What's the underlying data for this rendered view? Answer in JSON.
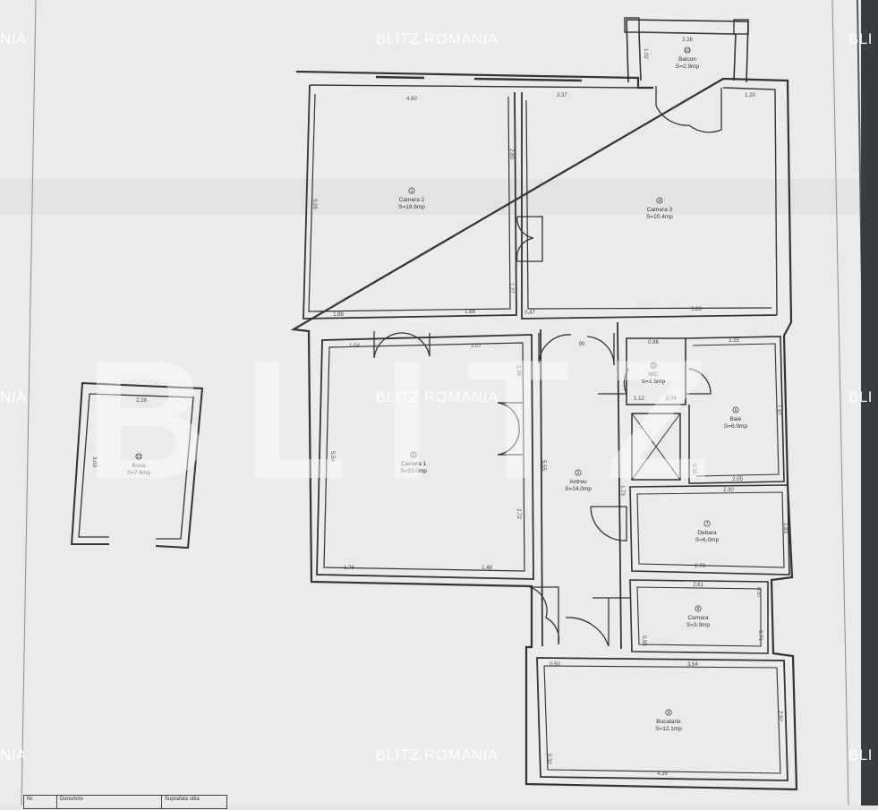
{
  "watermark": {
    "brand": "BLITZ ROMANIA",
    "edge_left": "NIA",
    "edge_right": "BLI",
    "big": "BLITZ"
  },
  "rooms": [
    {
      "id": "1",
      "name": "Camera 2",
      "area": "S=18.8mp"
    },
    {
      "id": "2",
      "name": "Camera 1",
      "area": "S=23.0mp"
    },
    {
      "id": "3",
      "name": "Antreu",
      "area": "S=14.0mp"
    },
    {
      "id": "4",
      "name": "Camera 3",
      "area": "S=20.4mp"
    },
    {
      "id": "5",
      "name": "WC",
      "area": "S=1.5mp"
    },
    {
      "id": "6",
      "name": "Baie",
      "area": "S=6.9mp"
    },
    {
      "id": "7",
      "name": "Debara",
      "area": "S=6.0mp"
    },
    {
      "id": "8",
      "name": "Camara",
      "area": "S=3.9mp"
    },
    {
      "id": "9",
      "name": "Bucatarie",
      "area": "S=12.1mp"
    },
    {
      "id": "10",
      "name": "Balcon",
      "area": "S=2.9mp"
    },
    {
      "id": "11",
      "name": "Boxa",
      "area": "S=7.6mp"
    }
  ],
  "dimensions": {
    "top_cam2": "4.60",
    "top_cam3": "3.37",
    "top_cam3_right": "1.20",
    "balcony_top": "2.26",
    "balcony_side": "1.02",
    "cam2_left": "5.05",
    "cam2_mid": "2.60",
    "cam2_lower": "1.27",
    "cam2_bottom_l": "1.88",
    "cam2_bottom_r": "1.88",
    "antreu_top": "0.47",
    "cam3_bottom": "3.83",
    "cam1_top_l": "1.04",
    "cam1_top_r": "2.07",
    "cam1_right_top": "1.38",
    "cam1_left": "5.54",
    "cam1_right_bottom": "2.72",
    "cam1_bottom_l": "1.76",
    "cam1_bottom_r": "1.48",
    "antreu_left": "5.55",
    "antreu_door": "90",
    "wc_top": "0.96",
    "wc_bot_l": "1.12",
    "wc_bot_r": "0.74",
    "baie_top": "2.35",
    "baie_right": "1.97",
    "baie_bottom": "2.05",
    "shaft_side": "1.73",
    "baie_left": "0.32",
    "debara_top": "2.30",
    "debara_right": "1.83",
    "debara_bottom": "2.78",
    "camara_top": "2.61",
    "camara_right": "0.57",
    "camara_right2": "0.71",
    "camara_left": "0.95",
    "buc_top_l": "0.50",
    "buc_top_r": "3.54",
    "buc_right": "2.92",
    "buc_left": "0.32",
    "buc_bottom": "4.39",
    "boxa_top": "2.28",
    "boxa_left": "3.03"
  },
  "legend_table": {
    "col1": "Nr.",
    "col2": "Denumire",
    "col3": "Suprafata utila"
  }
}
